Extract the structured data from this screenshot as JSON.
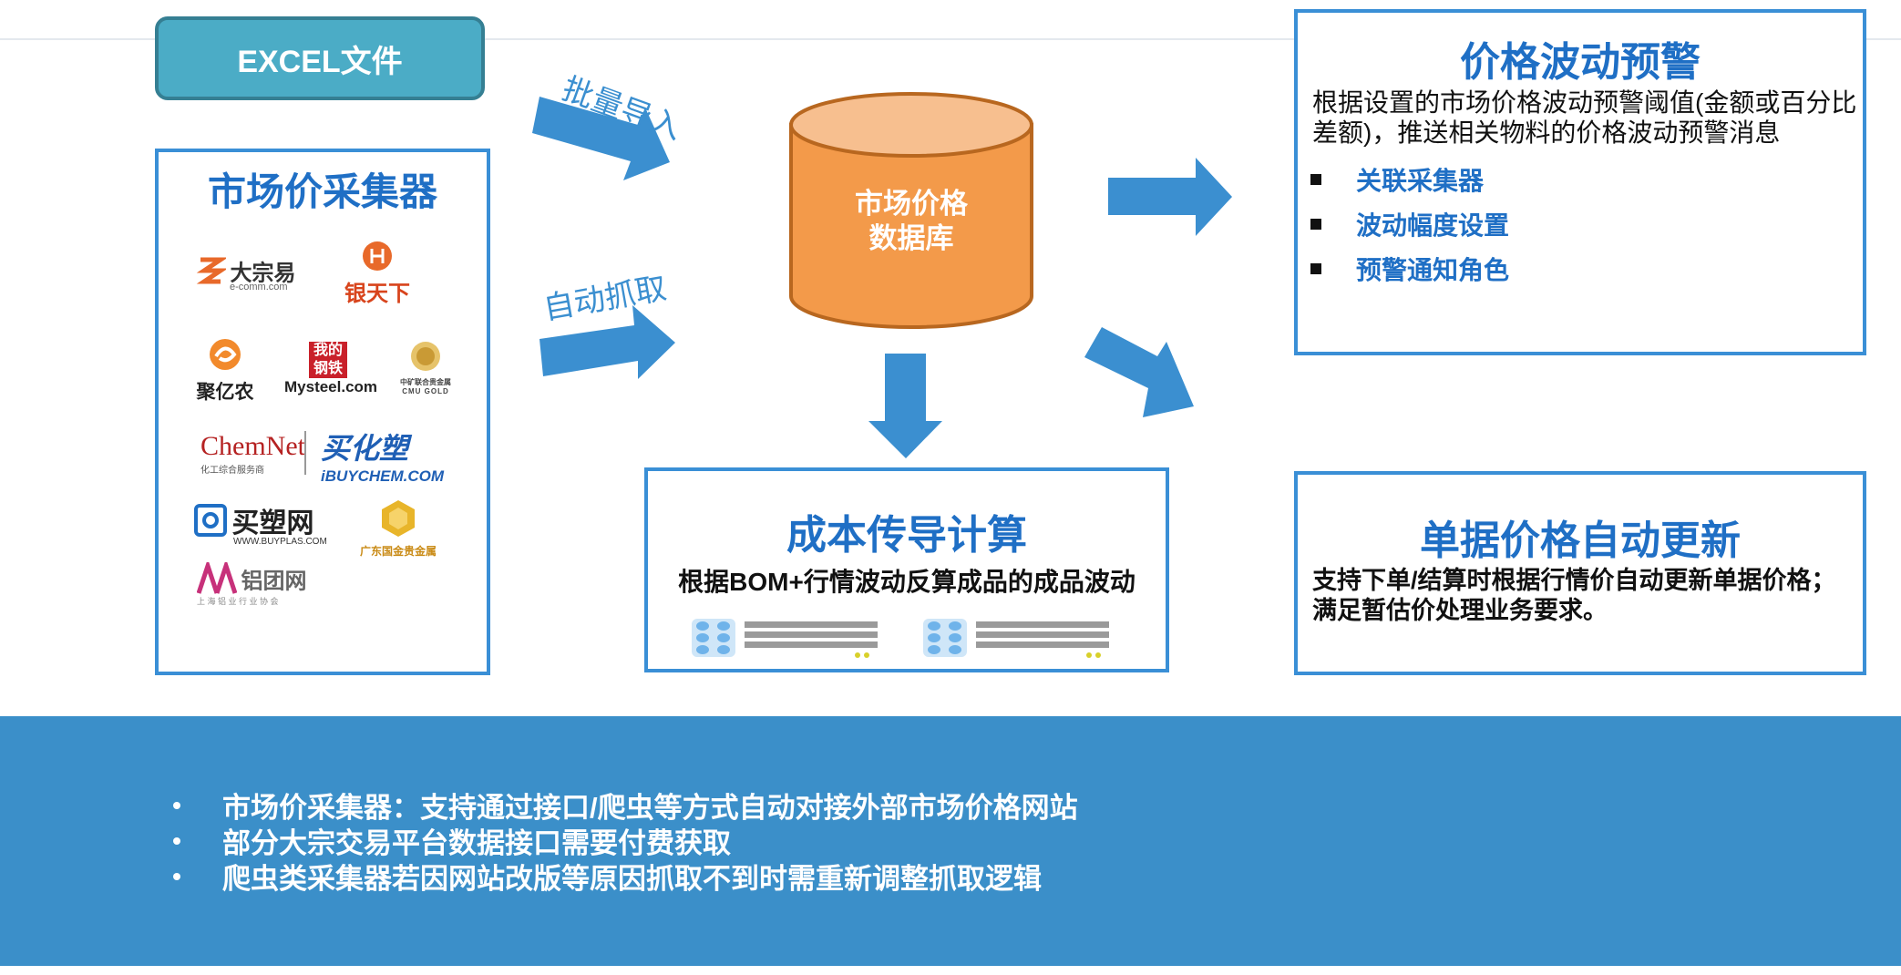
{
  "excel_label": "EXCEL文件",
  "collector": {
    "title": "市场价采集器",
    "logos": {
      "dazongyi": "大宗易",
      "dazongyi_sub": "e-comm.com",
      "yintianxia": "银天下",
      "juyinong": "聚亿农",
      "mysteel_cn": "我的钢铁",
      "mysteel": "Mysteel.com",
      "cmu": "中矿联合贵金属",
      "cmu_en": "CMU GOLD",
      "chemnet": "ChemNet",
      "chemnet_sub": "化工综合服务商",
      "ibuychem": "买化塑",
      "ibuychem_en": "iBUYCHEM.COM",
      "buyplas": "买塑网",
      "buyplas_en": "WWW.BUYPLAS.COM",
      "gdgold": "广东国金贵金属",
      "lvtuan": "铝团网",
      "lvtuan_sub": "上 海 铝 业 行 业 协 会"
    }
  },
  "arrows": {
    "batch_import": "批量导入",
    "auto_fetch": "自动抓取"
  },
  "database": {
    "line1": "市场价格",
    "line2": "数据库"
  },
  "cost": {
    "title": "成本传导计算",
    "desc": "根据BOM+行情波动反算成品的成品波动"
  },
  "warning": {
    "title": "价格波动预警",
    "desc": "根据设置的市场价格波动预警阈值(金额或百分比差额)，推送相关物料的价格波动预警消息",
    "items": [
      "关联采集器",
      "波动幅度设置",
      "预警通知角色"
    ]
  },
  "update": {
    "title": "单据价格自动更新",
    "desc": "支持下单/结算时根据行情价自动更新单据价格；满足暂估价处理业务要求。"
  },
  "notes": [
    "市场价采集器：支持通过接口/爬虫等方式自动对接外部市场价格网站",
    "部分大宗交易平台数据接口需要付费获取",
    "爬虫类采集器若因网站改版等原因抓取不到时需重新调整抓取逻辑"
  ],
  "colors": {
    "accent_blue": "#3b8fd0",
    "title_blue": "#1f6fc5",
    "db_orange": "#f39a4a",
    "excel_teal": "#4bacc6"
  }
}
